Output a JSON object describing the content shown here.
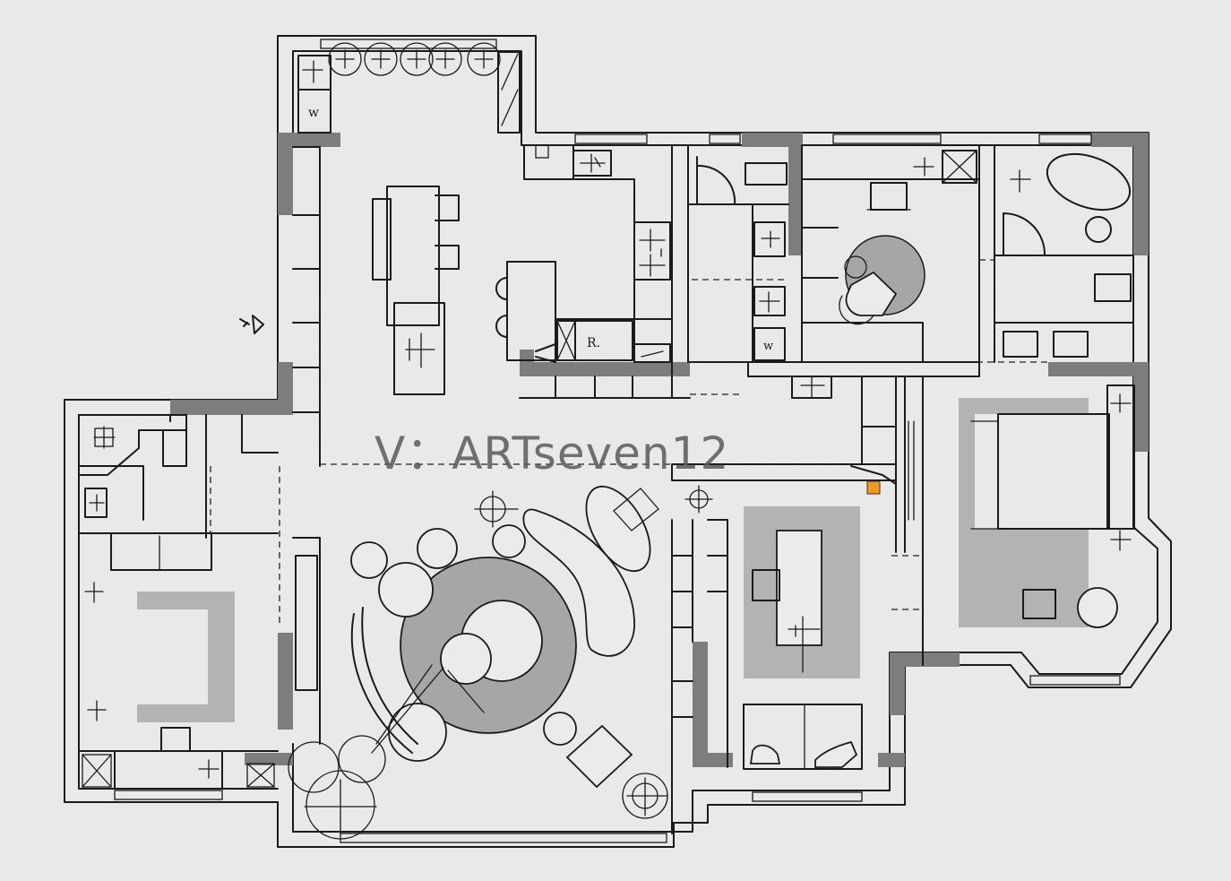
{
  "watermark": "V：ARTseven12",
  "labels": {
    "fridge_mark": "R.",
    "toilet_mark_1": "w",
    "toilet_mark_2": "w"
  },
  "colors": {
    "background": "#e9e9e9",
    "wall_fill": "#7d7d7d",
    "rug_fill": "#b3b3b3",
    "accent": "#f39a1d"
  }
}
